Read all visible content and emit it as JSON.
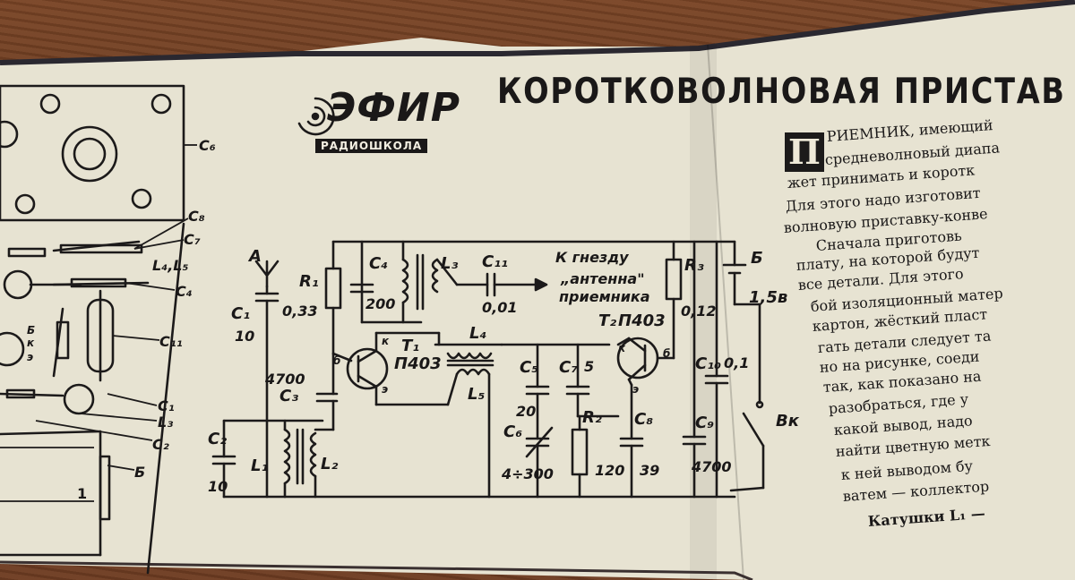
{
  "header": {
    "logo": "ЭФИР",
    "logo_sub": "РАДИОШКОЛА",
    "title": "КОРОТКОВОЛНОВАЯ ПРИСТАВ"
  },
  "article": {
    "drop_cap": "П",
    "lines": [
      "РИЕМНИК,   имеющий",
      "средневолновый диапа",
      "жет принимать и коротк",
      "Для этого надо изготовит",
      "волновую приставку-конве",
      "Сначала    приготовь",
      "плату, на которой будут",
      "все детали. Для этого",
      "бой изоляционный матер",
      "картон, жёсткий пласт",
      "гать детали следует та",
      "но на рисунке, соеди",
      "так, как показано на",
      "разобраться,  где  у",
      "какой вывод, надо",
      "найти цветную метк",
      "к  ней выводом бу",
      "ватем — коллектор",
      "Катушки L₁ —"
    ]
  },
  "schematic": {
    "labels": {
      "antenna": "А",
      "c1": "C₁",
      "c1_val": "10",
      "r1": "R₁",
      "r1_val": "0,33",
      "c4": "C₄",
      "c4_val": "200",
      "l3": "L₃",
      "c11": "C₁₁",
      "c11_val": "0,01",
      "note1": "К гнезду",
      "note2": "„антенна\"",
      "note3": "приемника",
      "r3": "R₃",
      "r3_val": "0,12",
      "battery": "Б",
      "battery_val": "1,5в",
      "c3_val": "4700",
      "c3": "C₃",
      "t1": "T₁",
      "t1_type": "П403",
      "l4": "L₄",
      "l5": "L₅",
      "t2": "T₂",
      "t2_type": "П403",
      "c5": "C₅",
      "c5_val": "20",
      "c7": "C₇",
      "c7_val": "5",
      "c10": "C₁₀",
      "c10_val": "0,1",
      "c6": "C₆",
      "c6_val": "4÷300",
      "r2": "R₂",
      "r2_val": "120",
      "c8": "C₈",
      "c8_val": "39",
      "c9": "C₉",
      "c9_val": "4700",
      "switch": "Вк",
      "c2": "C₂",
      "c2_val": "10",
      "l1": "L₁",
      "l2": "L₂",
      "pin_k1": "к",
      "pin_b1": "б",
      "pin_e1": "э",
      "pin_k2": "к",
      "pin_b2": "б",
      "pin_e2": "э"
    }
  },
  "layout_panel": {
    "labels": {
      "c6": "C₆",
      "c8": "C₈",
      "c7": "C₇",
      "l45": "L₄,L₅",
      "c4": "C₄",
      "c11": "C₁₁",
      "b": "Б",
      "k": "к",
      "e": "э",
      "c1": "C₁",
      "l3": "L₃",
      "c2": "C₂",
      "b2": "Б",
      "one": "1"
    }
  }
}
